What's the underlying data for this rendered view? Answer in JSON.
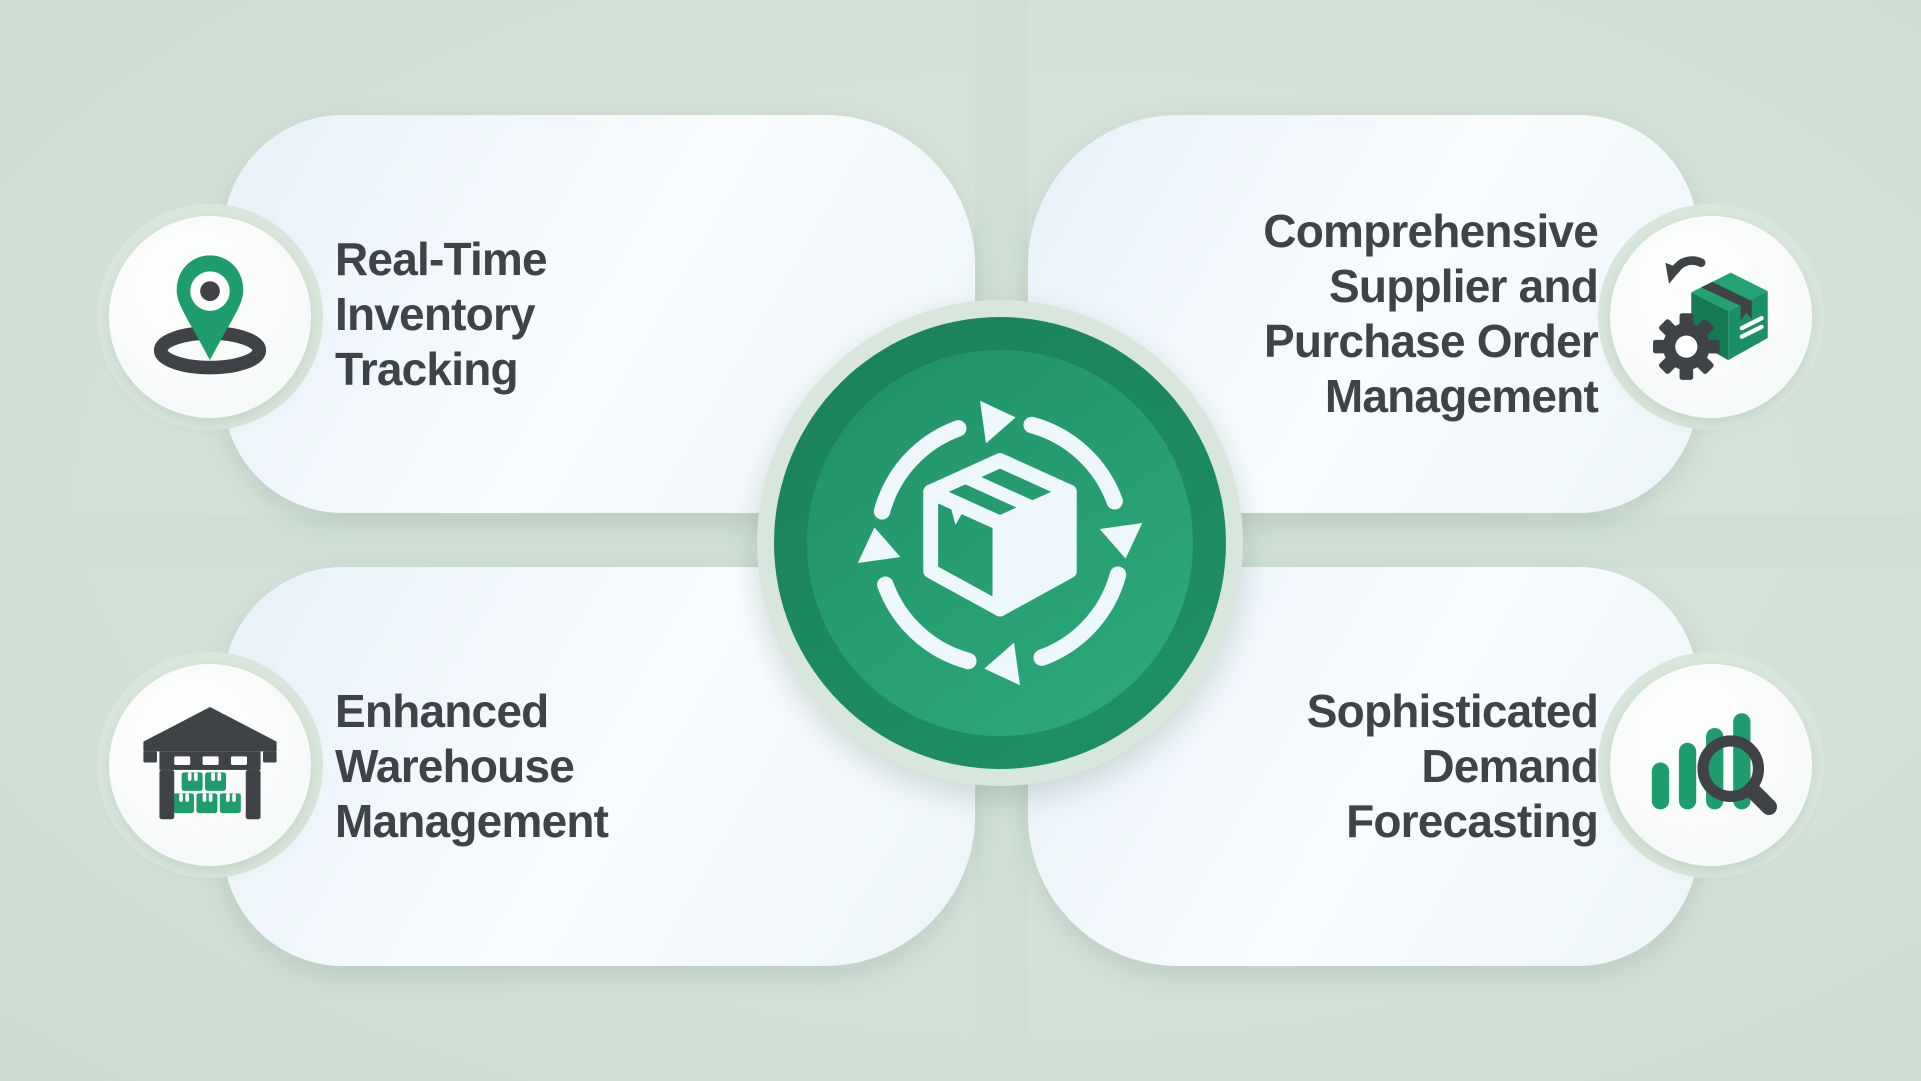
{
  "theme": {
    "background": "#d3e1d8",
    "connector": "#cfdfd4",
    "card_from": "#e7f1f8",
    "card_to": "#edf5f9",
    "ring": "#d9e6dc",
    "hub_ring": "#d8e6dd",
    "hub_outer_1": "#1a8159",
    "hub_outer_2": "#1f9166",
    "hub_inner_1": "#1f9166",
    "hub_inner_2": "#2dab7c",
    "text": "#3f4347",
    "ink": "#3f4347",
    "green": "#1e9c6e",
    "green_mid": "#1b9066",
    "green_deep": "#147a52",
    "green_light": "#23a273",
    "ice": "#eef7fc"
  },
  "center": {
    "name": "inventory-cycle-hub",
    "icon": "package-cycle-icon"
  },
  "cards": [
    {
      "id": "real-time-inventory-tracking",
      "icon": "location-pin-icon",
      "lines": [
        "Real-Time",
        "Inventory",
        "Tracking"
      ]
    },
    {
      "id": "comprehensive-supplier-po-management",
      "icon": "box-gear-icon",
      "lines": [
        "Comprehensive",
        "Supplier and",
        "Purchase Order",
        "Management"
      ]
    },
    {
      "id": "enhanced-warehouse-management",
      "icon": "warehouse-icon",
      "lines": [
        "Enhanced",
        "Warehouse",
        "Management"
      ]
    },
    {
      "id": "sophisticated-demand-forecasting",
      "icon": "bar-chart-magnifier-icon",
      "lines": [
        "Sophisticated",
        "Demand",
        "Forecasting"
      ]
    }
  ]
}
